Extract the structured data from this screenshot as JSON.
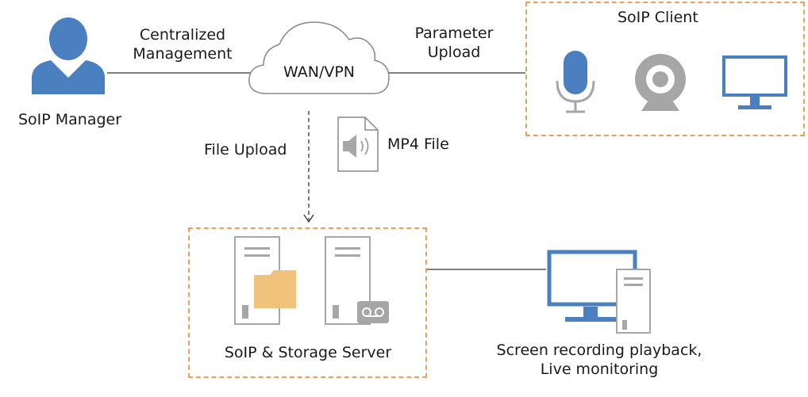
{
  "manager": {
    "label": "SoIP Manager"
  },
  "links": {
    "centralized_line1": "Centralized",
    "centralized_line2": "Management",
    "parameter_line1": "Parameter",
    "parameter_line2": "Upload",
    "file_upload": "File Upload"
  },
  "cloud": {
    "label": "WAN/VPN"
  },
  "mp4": {
    "label": "MP4 File"
  },
  "client": {
    "title": "SoIP Client",
    "icons": [
      "microphone-icon",
      "webcam-icon",
      "monitor-icon"
    ]
  },
  "server": {
    "label": "SoIP & Storage Server"
  },
  "workstation": {
    "line1": "Screen recording playback,",
    "line2": "Live monitoring"
  },
  "colors": {
    "blue": "#4a80c0",
    "orange_dash": "#e8a05a",
    "gray": "#a6a6a6",
    "folder": "#f0c27b"
  }
}
